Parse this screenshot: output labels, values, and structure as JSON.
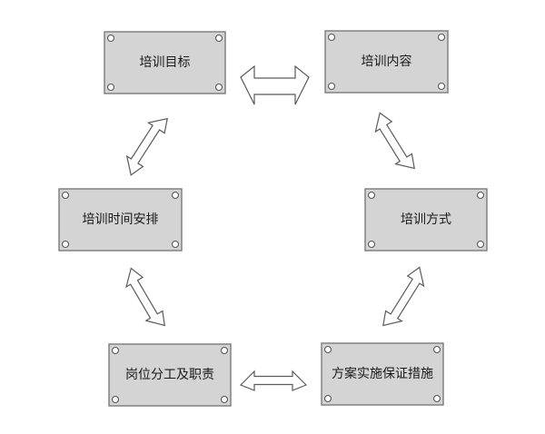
{
  "nodes": [
    {
      "id": "goal",
      "label": "培训目标"
    },
    {
      "id": "content",
      "label": "培训内容"
    },
    {
      "id": "schedule",
      "label": "培训时间安排"
    },
    {
      "id": "method",
      "label": "培训方式"
    },
    {
      "id": "roles",
      "label": "岗位分工及职责"
    },
    {
      "id": "measures",
      "label": "方案实施保证措施"
    }
  ],
  "edges": [
    {
      "from": "goal",
      "to": "content"
    },
    {
      "from": "content",
      "to": "method"
    },
    {
      "from": "method",
      "to": "measures"
    },
    {
      "from": "measures",
      "to": "roles"
    },
    {
      "from": "roles",
      "to": "schedule"
    },
    {
      "from": "schedule",
      "to": "goal"
    }
  ]
}
